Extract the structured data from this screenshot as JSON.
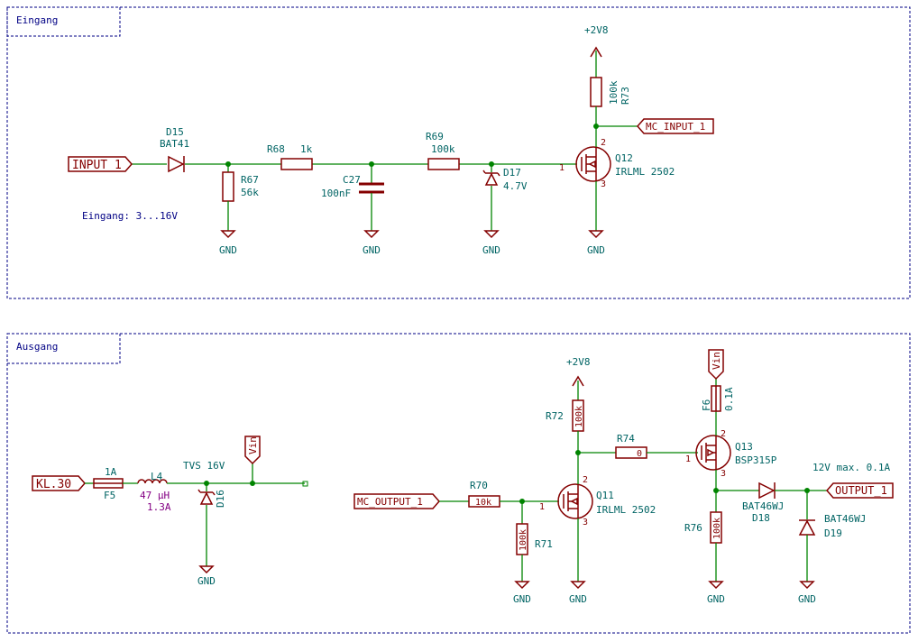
{
  "sections": {
    "input": "Eingang",
    "output": "Ausgang"
  },
  "notes": {
    "input_range": "Eingang: 3...16V",
    "output_max": "12V max. 0.1A"
  },
  "labels": {
    "input_1": "INPUT_1",
    "mc_input_1": "MC_INPUT_1",
    "kl30": "KL.30",
    "mc_output_1": "MC_OUTPUT_1",
    "output_1": "OUTPUT_1"
  },
  "power": {
    "gnd": "GND",
    "v2v8": "+2V8",
    "vin": "Vin"
  },
  "pins": {
    "p1": "1",
    "p2": "2",
    "p3": "3"
  },
  "components": {
    "D15": {
      "ref": "D15",
      "value": "BAT41"
    },
    "R67": {
      "ref": "R67",
      "value": "56k"
    },
    "R68": {
      "ref": "R68",
      "value": "1k"
    },
    "C27": {
      "ref": "C27",
      "value": "100nF"
    },
    "R69": {
      "ref": "R69",
      "value": "100k"
    },
    "D17": {
      "ref": "D17",
      "value": "4.7V"
    },
    "R73": {
      "ref": "R73",
      "value": "100k"
    },
    "Q12": {
      "ref": "Q12",
      "value": "IRLML 2502"
    },
    "F5": {
      "ref": "F5",
      "value": "1A"
    },
    "L4": {
      "ref": "L4",
      "value": "47 µH",
      "rating": "1.3A"
    },
    "D16": {
      "ref": "D16",
      "value": "TVS 16V"
    },
    "R70": {
      "ref": "R70",
      "value": "10k"
    },
    "R71": {
      "ref": "R71",
      "value": "100k"
    },
    "R72": {
      "ref": "R72",
      "value": "100k"
    },
    "Q11": {
      "ref": "Q11",
      "value": "IRLML 2502"
    },
    "R74": {
      "ref": "R74",
      "value": "0"
    },
    "F6": {
      "ref": "F6",
      "value": "0.1A"
    },
    "Q13": {
      "ref": "Q13",
      "value": "BSP315P"
    },
    "R76": {
      "ref": "R76",
      "value": "100k"
    },
    "D18": {
      "ref": "D18",
      "value": "BAT46WJ"
    },
    "D19": {
      "ref": "D19",
      "value": "BAT46WJ"
    }
  }
}
